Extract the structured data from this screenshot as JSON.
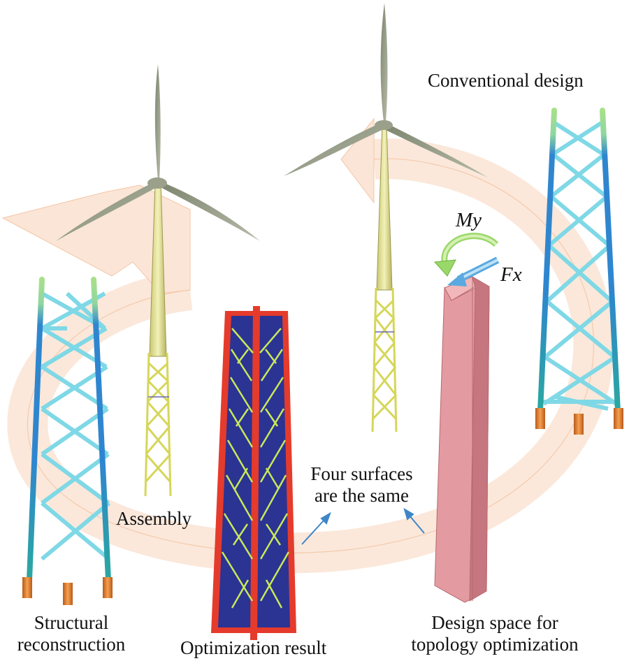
{
  "labels": {
    "conventional": "Conventional design",
    "design_space_line1": "Design space for",
    "design_space_line2": "topology optimization",
    "optimization": "Optimization result",
    "structural_line1": "Structural",
    "structural_line2": "reconstruction",
    "assembly": "Assembly",
    "surfaces_line1": "Four surfaces",
    "surfaces_line2": "are the same",
    "moment": "My",
    "force": "Fx"
  },
  "colors": {
    "cycle_arrow": "#fbe3d4",
    "jacket_leg": "#2f86cf",
    "jacket_brace": "#7fd8e6",
    "jacket_top": "#a7e08a",
    "pile": "#e0782a",
    "turbine_tower": "#e7e69a",
    "turbine_jacket": "#d6d65a",
    "blade": "#8f9682",
    "optimization_fill": "#2b3393",
    "optimization_edge": "#e53b2c",
    "optimization_rib": "#c8e85a",
    "design_block": "#e39aa0",
    "moment_arrow": "#9ad86a",
    "force_arrow": "#5aa9e0",
    "pointer_arrow": "#3f86c8"
  }
}
